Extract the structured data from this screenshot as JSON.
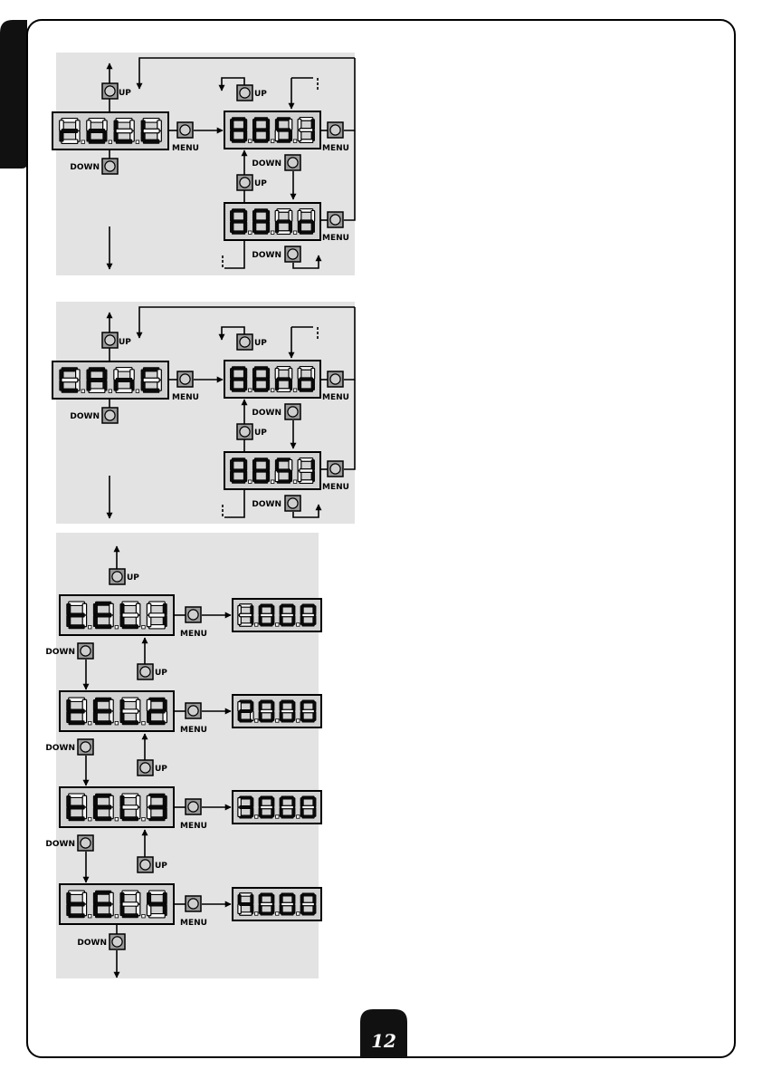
{
  "buttons": {
    "up": "UP",
    "down": "DOWN",
    "menu": "MENU"
  },
  "page": {
    "number": "12"
  },
  "diagram1": {
    "main_display": [
      "r",
      "o",
      "L",
      "L"
    ],
    "option_top": [
      "",
      "",
      "S",
      "I"
    ],
    "option_bottom": [
      "",
      "",
      "n",
      "o"
    ]
  },
  "diagram2": {
    "main_display": [
      "C",
      "A",
      "n",
      "C"
    ],
    "option_top": [
      "",
      "",
      "n",
      "o"
    ],
    "option_bottom": [
      "",
      "",
      "S",
      "I"
    ]
  },
  "diagram3": {
    "rows": [
      {
        "main": [
          "t",
          "E",
          "L",
          "1"
        ],
        "value": [
          "1",
          "0",
          "0",
          "0"
        ]
      },
      {
        "main": [
          "t",
          "E",
          "L",
          "2"
        ],
        "value": [
          "2",
          "0",
          "0",
          "0"
        ]
      },
      {
        "main": [
          "t",
          "E",
          "L",
          "3"
        ],
        "value": [
          "3",
          "0",
          "0",
          "0"
        ]
      },
      {
        "main": [
          "t",
          "E",
          "L",
          "4"
        ],
        "value": [
          "4",
          "0",
          "0",
          "0"
        ]
      }
    ]
  },
  "colors": {
    "panel": "#e3e3e3",
    "display": "#d2d2d2",
    "button": "#9a9a9a",
    "tab": "#111111"
  },
  "icons": {
    "page_badge": "page-number-badge",
    "edge_tab": "black-edge-tab"
  }
}
